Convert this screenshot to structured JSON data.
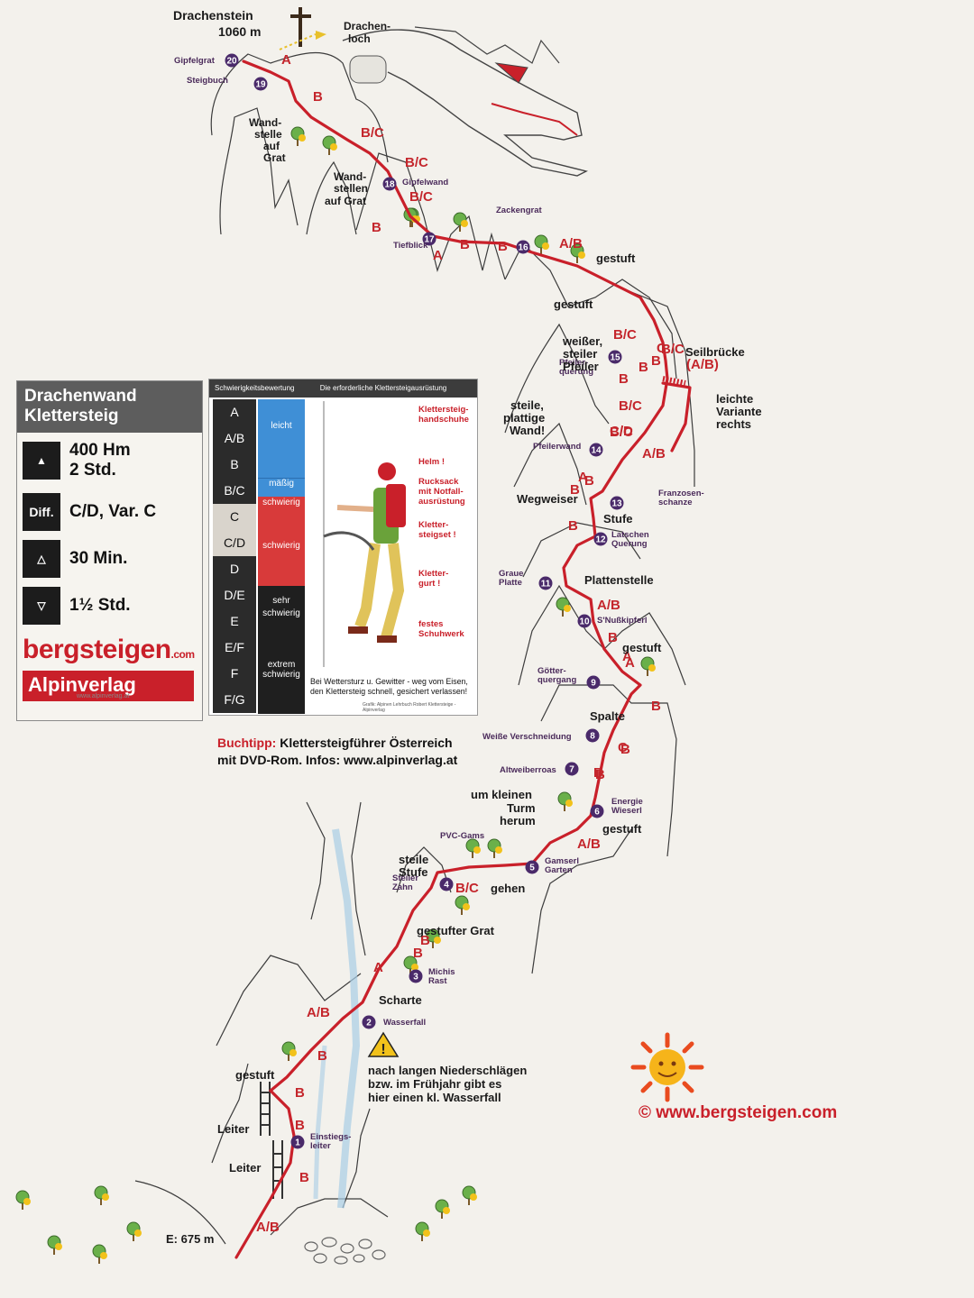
{
  "title": {
    "summit": "Drachenstein",
    "altitude": "1060 m",
    "cave": "Drachen-",
    "cave2": "loch"
  },
  "infobox": {
    "title1": "Drachenwand",
    "title2": "Klettersteig",
    "height": "400 Hm",
    "time": "2 Std.",
    "diff_label": "Diff.",
    "difficulty": "C/D, Var. C",
    "approach": "30 Min.",
    "descent": "1½ Std.",
    "brand": "bergsteigen",
    "brand_tld": ".com",
    "publisher": "Alpinverlag",
    "publisher_url": "www.alpinverlag.at"
  },
  "difficulty_panel": {
    "header_left": "Schwierigkeitsbewertung",
    "header_right": "Die erforderliche Klettersteigausrüstung",
    "grades": [
      "A",
      "A/B",
      "B",
      "B/C",
      "C",
      "C/D",
      "D",
      "D/E",
      "E",
      "E/F",
      "F",
      "F/G"
    ],
    "scale": {
      "light": "leicht",
      "moderate": "mäßig",
      "difficult1": "schwierig",
      "difficult2": "schwierig",
      "very1": "sehr",
      "very2": "schwierig",
      "extreme1": "extrem",
      "extreme2": "schwierig"
    },
    "equipment": {
      "gloves1": "Klettersteig-",
      "gloves2": "handschuhe",
      "helmet": "Helm !",
      "pack1": "Rucksack",
      "pack2": "mit Notfall-",
      "pack3": "ausrüstung",
      "set1": "Kletter-",
      "set2": "steigset !",
      "harness1": "Kletter-",
      "harness2": "gurt !",
      "shoes1": "festes",
      "shoes2": "Schuhwerk"
    },
    "warning": "Bei Wettersturz u. Gewitter - weg vom Eisen, den Klettersteig schnell, gesichert verlassen!",
    "credit": "Grafik: Alpinen Lehrbuch Robert Klettersteige - Alpinverlag"
  },
  "buchtipp": {
    "label": "Buchtipp:",
    "text1": "Klettersteigführer Österreich",
    "text2": "mit DVD-Rom. Infos: www.alpinverlag.at"
  },
  "copyright": "©  www.bergsteigen.com",
  "waterfall_note": {
    "l1": "nach langen Niederschlägen",
    "l2": "bzw. im Frühjahr gibt es",
    "l3": "hier einen kl. Wasserfall"
  },
  "start": "E: 675 m",
  "waypoints": [
    {
      "n": "1",
      "name": "Einstiegs-",
      "name2": "leiter"
    },
    {
      "n": "2",
      "name": "Wasserfall"
    },
    {
      "n": "3",
      "name": "Michis",
      "name2": "Rast"
    },
    {
      "n": "4",
      "name": "Steiler",
      "name2": "Zahn"
    },
    {
      "n": "5",
      "name": "Gamserl",
      "name2": "Garten"
    },
    {
      "n": "6",
      "name": "Energie",
      "name2": "Wieserl"
    },
    {
      "n": "7",
      "name": "Altweiberroas"
    },
    {
      "n": "8",
      "name": "Weiße Verschneidung"
    },
    {
      "n": "9",
      "name": "Götter-",
      "name2": "quergang"
    },
    {
      "n": "10",
      "name": "S'Nußkipferl"
    },
    {
      "n": "11",
      "name": "Graue",
      "name2": "Platte"
    },
    {
      "n": "12",
      "name": "Latschen",
      "name2": "Querung"
    },
    {
      "n": "13",
      "name": "Franzosen-",
      "name2": "schanze"
    },
    {
      "n": "14",
      "name": "Pfeilerwand"
    },
    {
      "n": "15",
      "name": "Pfeiler-",
      "name2": "querung"
    },
    {
      "n": "16",
      "name": "Zackengrat"
    },
    {
      "n": "17",
      "name": "Tiefblick"
    },
    {
      "n": "18",
      "name": "Gipfelwand"
    },
    {
      "n": "19",
      "name": "Steigbuch"
    },
    {
      "n": "20",
      "name": "Gipfelgrat"
    }
  ],
  "labels": {
    "leiter1": "Leiter",
    "leiter2": "Leiter",
    "gestuft1": "gestuft",
    "scharte": "Scharte",
    "gestufter_grat": "gestufter Grat",
    "steile1": "steile",
    "stufe1": "Stufe",
    "gehen": "gehen",
    "pvc": "PVC-Gams",
    "turm1": "um kleinen",
    "turm2": "Turm",
    "turm3": "herum",
    "gestuft2": "gestuft",
    "spalte": "Spalte",
    "gestuft3": "gestuft",
    "plattenstelle": "Plattenstelle",
    "stufe2": "Stufe",
    "wegweiser": "Wegweiser",
    "wand1": "steile,",
    "wand2": "plattige",
    "wand3": "Wand!",
    "pfeiler1": "weißer,",
    "pfeiler2": "steiler",
    "pfeiler3": "Pfeiler",
    "seil1": "Seilbrücke",
    "seil2": "(A/B)",
    "var1": "leichte",
    "var2": "Variante",
    "var3": "rechts",
    "gestuft4": "gestuft",
    "gestuft5": "gestuft",
    "wandstellen1": "Wand-",
    "wandstellen2": "stellen",
    "wandstellen3": "auf Grat",
    "wandstelle1": "Wand-",
    "wandstelle2": "stelle",
    "wandstelle3": "auf",
    "wandstelle4": "Grat"
  },
  "grades_on_route": [
    "A/B",
    "B",
    "B",
    "B",
    "B",
    "A/B",
    "A",
    "B",
    "B",
    "B/C",
    "A/B",
    "B",
    "B",
    "A",
    "B",
    "C",
    "B",
    "B",
    "A",
    "B",
    "A/B",
    "B",
    "B/C",
    "B",
    "A",
    "B",
    "C/D",
    "B/C",
    "B",
    "B",
    "C",
    "B/C",
    "B/C",
    "A/B",
    "B",
    "B",
    "A",
    "B",
    "B",
    "B/C",
    "B/C",
    "A/B",
    "B/C",
    "A"
  ],
  "colors": {
    "route": "#c9202a",
    "waypoint": "#4a2a6a",
    "light": "#3f8fd6",
    "difficult": "#d83a3a",
    "dark": "#1f1f1f"
  }
}
